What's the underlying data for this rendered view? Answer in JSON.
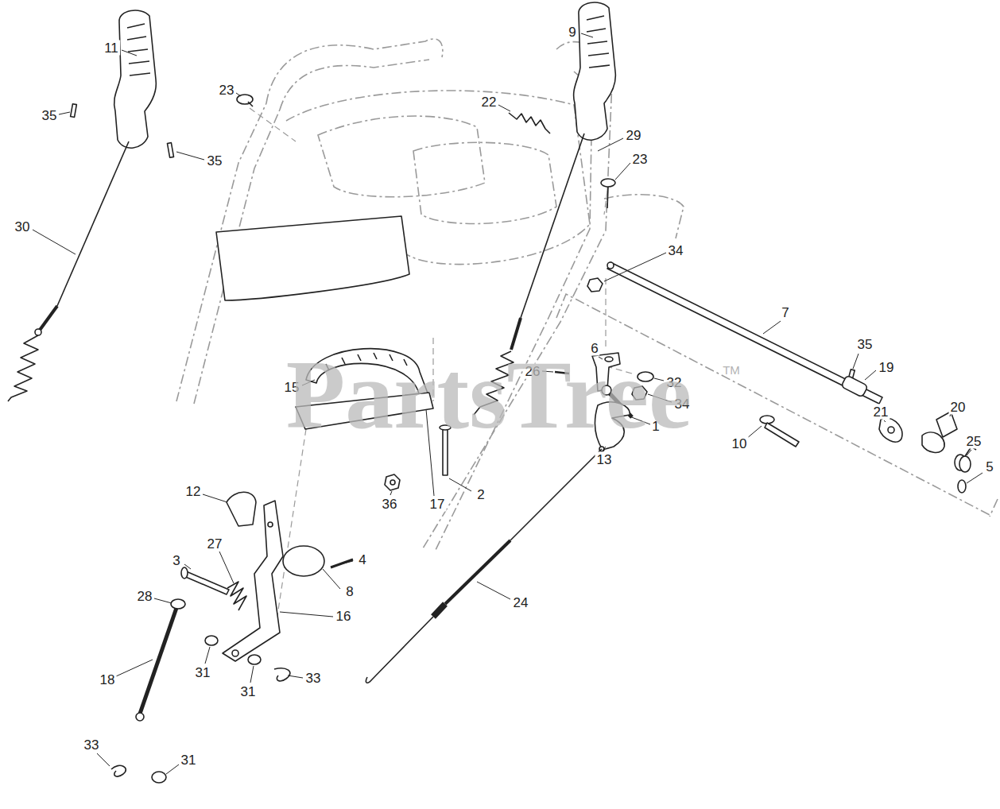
{
  "diagram": {
    "labels": [
      "11",
      "9",
      "23",
      "22",
      "35",
      "29",
      "35",
      "23",
      "30",
      "34",
      "7",
      "6",
      "35",
      "26",
      "19",
      "32",
      "15",
      "34",
      "20",
      "21",
      "1",
      "10",
      "13",
      "25",
      "5",
      "12",
      "2",
      "17",
      "36",
      "27",
      "3",
      "4",
      "8",
      "16",
      "24",
      "28",
      "18",
      "31",
      "31",
      "33",
      "33",
      "31",
      "PartsTree",
      "TM"
    ]
  }
}
